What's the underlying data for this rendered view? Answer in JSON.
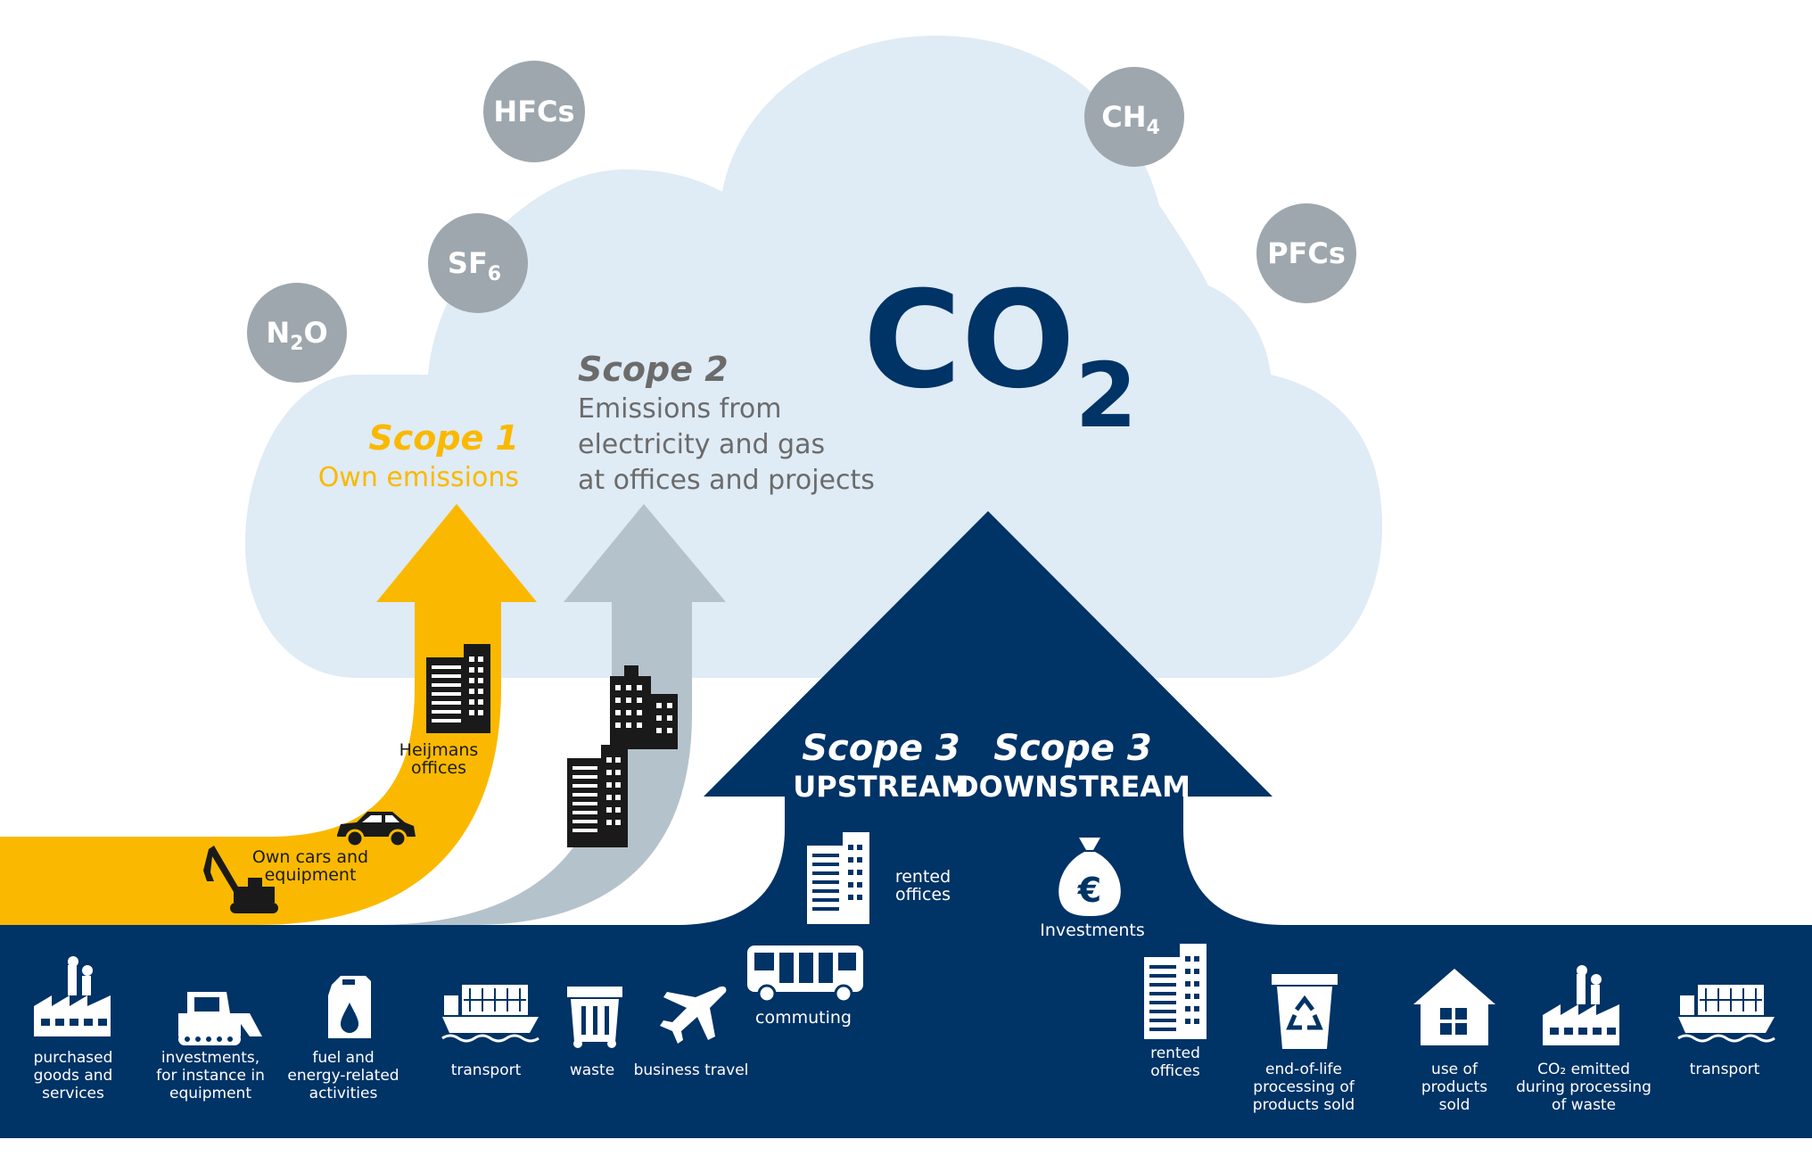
{
  "colors": {
    "cloud": "#dfebf5",
    "navy": "#003366",
    "scope1": "#fab900",
    "scope2": "#b4c2cc",
    "gas_circle": "#9ea7ad",
    "scope2_text": "#6b6b6b"
  },
  "gases": {
    "hfcs": "HFCs",
    "ch4": {
      "base": "CH",
      "sub": "4"
    },
    "pfcs": "PFCs",
    "sf6": {
      "base": "SF",
      "sub": "6"
    },
    "n2o": {
      "base": "N",
      "sub": "2",
      "tail": "O"
    }
  },
  "co2": {
    "base": "CO",
    "sub": "2"
  },
  "scope1": {
    "title": "Scope 1",
    "subtitle": "Own emissions"
  },
  "scope2": {
    "title": "Scope 2",
    "line1": "Emissions from",
    "line2": "electricity and gas",
    "line3": "at offices and projects"
  },
  "scope3_upstream": {
    "title": "Scope 3",
    "subtitle": "UPSTREAM"
  },
  "scope3_downstream": {
    "title": "Scope 3",
    "subtitle": "DOWNSTREAM"
  },
  "labels": {
    "heijmans_offices": [
      "Heijmans",
      "offices"
    ],
    "own_cars": [
      "Own cars and",
      "equipment"
    ],
    "rented_offices_up": [
      "rented",
      "offices"
    ],
    "investments": "Investments",
    "commuting": "commuting"
  },
  "upstream_items": [
    {
      "icon": "factory-icon",
      "lines": [
        "purchased",
        "goods and",
        "services"
      ]
    },
    {
      "icon": "bulldozer-icon",
      "lines": [
        "investments,",
        "for instance in",
        "equipment"
      ]
    },
    {
      "icon": "fuel-can-icon",
      "lines": [
        "fuel and",
        "energy-related",
        "activities"
      ]
    },
    {
      "icon": "ship-icon",
      "lines": [
        "transport"
      ]
    },
    {
      "icon": "waste-container-icon",
      "lines": [
        "waste"
      ]
    },
    {
      "icon": "airplane-icon",
      "lines": [
        "business travel"
      ]
    }
  ],
  "downstream_items": [
    {
      "icon": "office-building-icon",
      "lines": [
        "rented",
        "offices"
      ]
    },
    {
      "icon": "recycle-bin-icon",
      "lines": [
        "end-of-life",
        "processing of",
        "products sold"
      ]
    },
    {
      "icon": "house-icon",
      "lines": [
        "use of",
        "products",
        "sold"
      ]
    },
    {
      "icon": "factory-icon",
      "lines": [
        "CO₂ emitted",
        "during processing",
        "of waste"
      ]
    },
    {
      "icon": "ship-icon",
      "lines": [
        "transport"
      ]
    }
  ]
}
